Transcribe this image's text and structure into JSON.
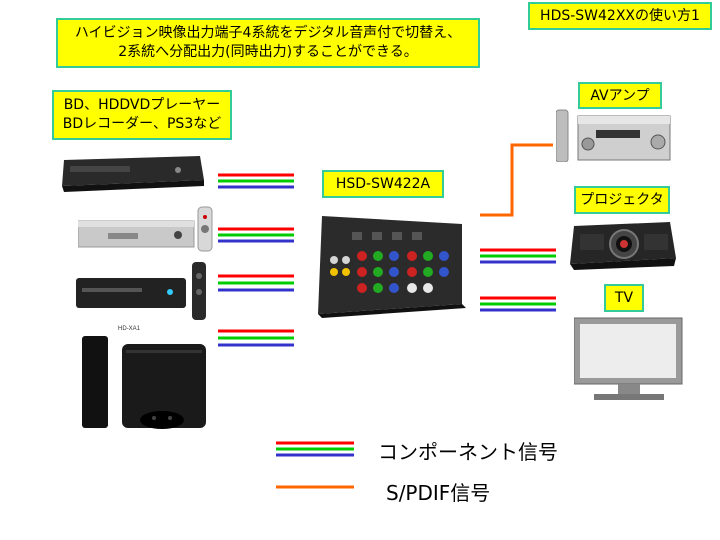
{
  "header": {
    "description_line1": "ハイビジョン映像出力端子4系統をデジタル音声付で切替え、",
    "description_line2": "2系統へ分配出力(同時出力)することができる。",
    "page_title": "HDS-SW42XXの使い方1"
  },
  "sources": {
    "label_line1": "BD、HDDVDプレーヤー",
    "label_line2": "BDレコーダー、PS3など",
    "ps3_model_text": "HD-XA1"
  },
  "switcher": {
    "label": "HSD-SW422A"
  },
  "outputs": {
    "av_amp": "AVアンプ",
    "projector": "プロジェクタ",
    "tv": "TV"
  },
  "legend": {
    "component": "コンポーネント信号",
    "spdif": "S/PDIF信号"
  },
  "colors": {
    "label_bg": "#ffff00",
    "label_border": "#33cc99",
    "component_red": "#ff0000",
    "component_green": "#00cc00",
    "component_blue": "#3333cc",
    "spdif_orange": "#ff6600"
  }
}
